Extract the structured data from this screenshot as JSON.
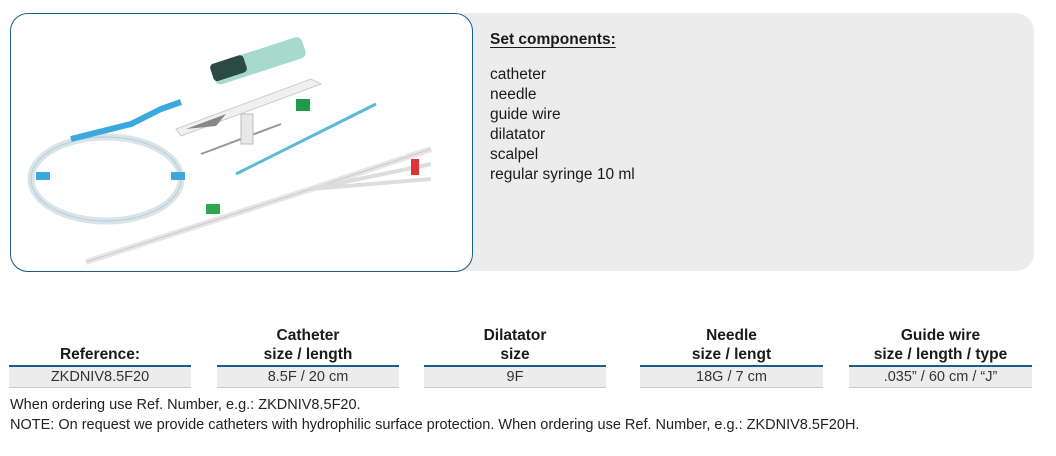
{
  "components": {
    "title": "Set components:",
    "items": [
      "catheter",
      "needle",
      "guide wire",
      "dilatator",
      "scalpel",
      "regular syringe 10 ml"
    ]
  },
  "table": {
    "headers": [
      [
        "",
        "Reference:"
      ],
      [
        "Catheter",
        "size / length"
      ],
      [
        "Dilatator",
        "size"
      ],
      [
        "Needle",
        "size / lengt"
      ],
      [
        "Guide wire",
        "size / length / type"
      ]
    ],
    "values": [
      "ZKDNIV8.5F20",
      "8.5F / 20 cm",
      "9F",
      "18G / 7 cm",
      ".035” / 60 cm / “J”"
    ]
  },
  "notes": [
    "When ordering use Ref. Number, e.g.: ZKDNIV8.5F20.",
    "NOTE: On request we provide catheters with hydrophilic surface protection. When ordering use Ref. Number, e.g.: ZKDNIV8.5F20H."
  ]
}
